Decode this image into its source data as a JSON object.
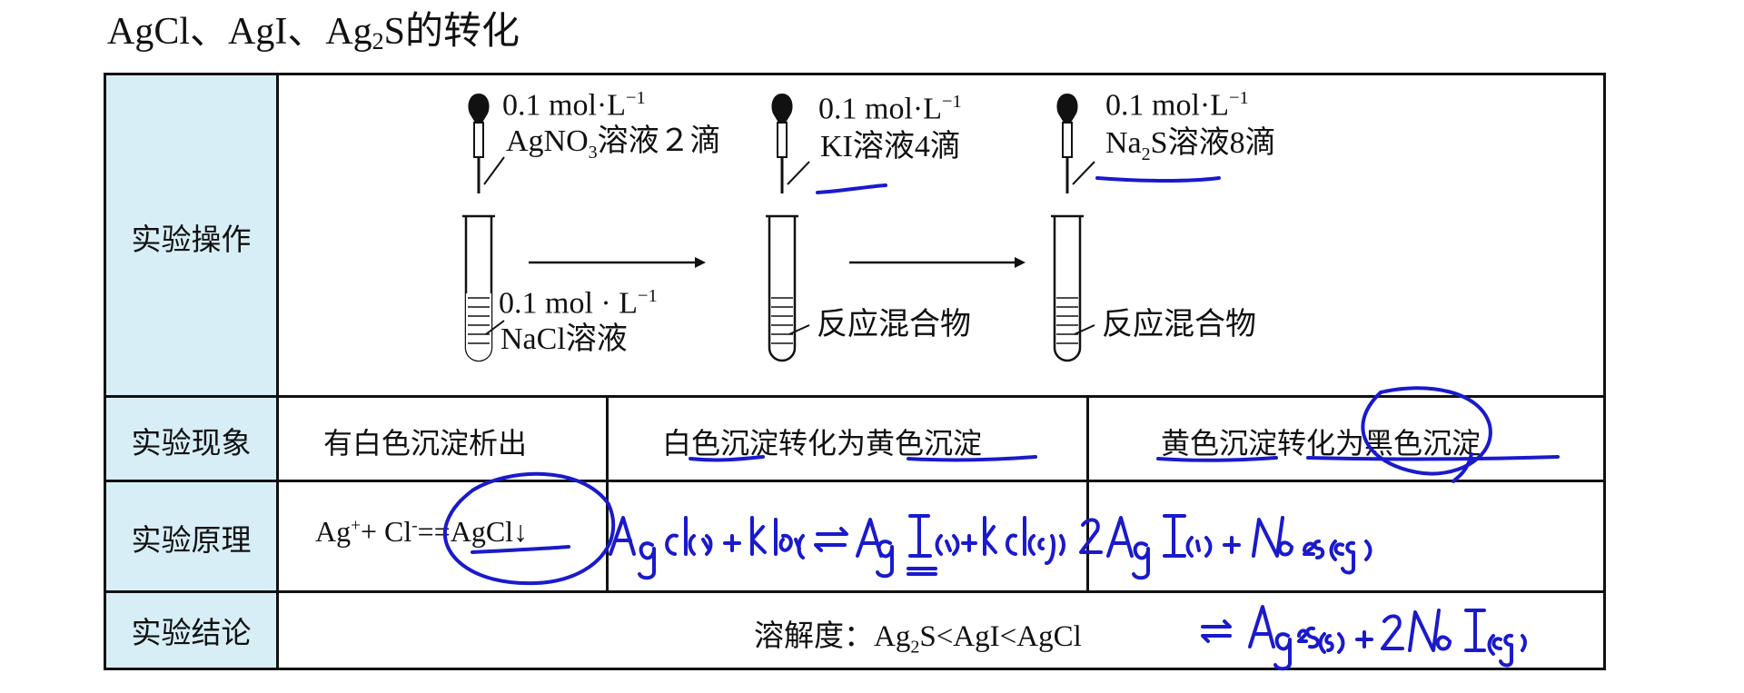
{
  "title": {
    "prefix": "AgCl、AgI、Ag",
    "sub": "2",
    "suffix": "S的转化"
  },
  "rows": {
    "operation": "实验操作",
    "phenomenon": "实验现象",
    "principle": "实验原理",
    "conclusion": "实验结论"
  },
  "operation": {
    "tube1": {
      "drop_conc": "0.1 mol·L",
      "drop_reagent": "AgNO",
      "drop_sub": "3",
      "drop_tail": "溶液２滴",
      "tube_conc": "0.1 mol · L",
      "tube_reagent": "NaCl溶液"
    },
    "tube2": {
      "drop_conc": "0.1 mol·L",
      "drop_reagent": "KI溶液4滴",
      "tube_label": "反应混合物"
    },
    "tube3": {
      "drop_conc": "0.1 mol·L",
      "drop_reagent": "Na",
      "drop_sub": "2",
      "drop_tail": "S溶液8滴",
      "tube_label": "反应混合物"
    },
    "exp": "−1"
  },
  "phenomenon": {
    "c1": "有白色沉淀析出",
    "c2": "白色沉淀转化为黄色沉淀",
    "c3": "黄色沉淀转化为黑色沉淀"
  },
  "principle": {
    "c1_a": "Ag",
    "c1_sup1": "+",
    "c1_b": "+ Cl",
    "c1_sup2": "-",
    "c1_c": "==AgCl↓"
  },
  "conclusion": {
    "prefix": "溶解度：Ag",
    "sub": "2",
    "tail": "S<AgI<AgCl"
  },
  "colors": {
    "header_bg": "#d8eef7",
    "ink": "#1a1acc"
  }
}
